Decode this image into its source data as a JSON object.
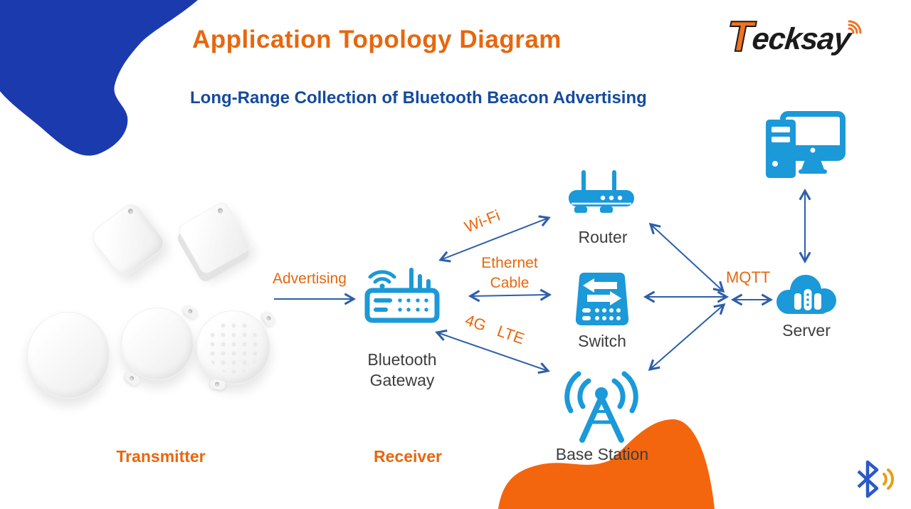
{
  "colors": {
    "accent-orange": "#E7670E",
    "icon-blue": "#1B99D8",
    "arrow-blue": "#2D5FA8",
    "subtitle-navy": "#154A9E",
    "blob-blue": "#1B3AAE",
    "blob-orange": "#F4660D",
    "label-dark": "#3D3D3D",
    "logo-orange": "#F0731F",
    "logo-black": "#1B1B1B",
    "bt-blue": "#2A59C8",
    "bt-gold": "#E6A013"
  },
  "header": {
    "title": "Application Topology Diagram",
    "subtitle": "Long-Range Collection of Bluetooth Beacon Advertising"
  },
  "logo": {
    "initial": "T",
    "rest": "ecksay"
  },
  "groups": {
    "transmitter": "Transmitter",
    "receiver": "Receiver"
  },
  "links": {
    "advertising": "Advertising",
    "wifi": "Wi-Fi",
    "ethernet_line1": "Ethernet",
    "ethernet_line2": "Cable",
    "lte": "4G LTE",
    "mqtt": "MQTT"
  },
  "nodes": {
    "gateway_line1": "Bluetooth",
    "gateway_line2": "Gateway",
    "router": "Router",
    "switch": "Switch",
    "base_station": "Base Station",
    "server": "Server"
  }
}
